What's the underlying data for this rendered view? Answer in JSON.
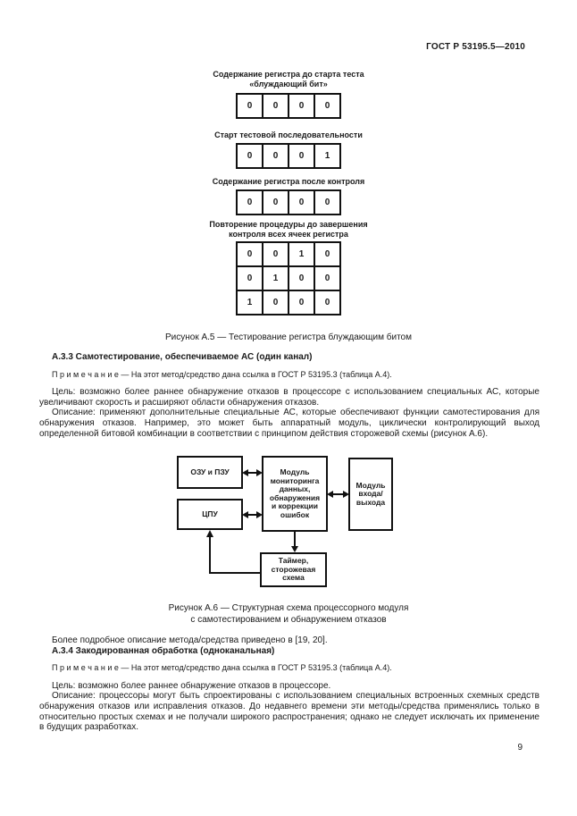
{
  "colors": {
    "ink": "#1a1a1a",
    "paper": "#ffffff"
  },
  "page": {
    "number": "9"
  },
  "header": {
    "title": "ГОСТ Р 53195.5—2010"
  },
  "figure_a5": {
    "caption": "Рисунок А.5 — Тестирование регистра блуждающим битом",
    "steps": [
      {
        "label": "Содержание регистра до старта теста «блуждающий бит»",
        "rows": [
          [
            "0",
            "0",
            "0",
            "0"
          ]
        ]
      },
      {
        "label": "Старт тестовой последовательности",
        "rows": [
          [
            "0",
            "0",
            "0",
            "1"
          ]
        ]
      },
      {
        "label": "Содержание регистра после контроля",
        "rows": [
          [
            "0",
            "0",
            "0",
            "0"
          ]
        ]
      },
      {
        "label": "Повторение процедуры до завершения контроля всех ячеек регистра",
        "rows": [
          [
            "0",
            "0",
            "1",
            "0"
          ],
          [
            "0",
            "1",
            "0",
            "0"
          ],
          [
            "1",
            "0",
            "0",
            "0"
          ]
        ]
      }
    ]
  },
  "section_a33": {
    "heading": "А.3.3 Самотестирование, обеспечиваемое АС (один канал)",
    "note": "П р и м е ч а н и е  — На этот метод/средство дана ссылка в ГОСТ Р 53195.3 (таблица А.4).",
    "goal": "Цель: возможно более раннее обнаружение отказов в процессоре с использованием специальных АС, которые увеличивают скорость и расширяют области обнаружения отказов.",
    "description": "Описание: применяют дополнительные специальные АС, которые обеспечивают функции самотестирования для обнаружения отказов. Например, это может быть аппаратный модуль, циклически контролирующий выход определенной битовой комбинации в соответствии с принципом действия сторожевой схемы (рисунок А.6)."
  },
  "figure_a6": {
    "caption_lines": [
      "Рисунок А.6 — Структурная схема процессорного модуля",
      "с самотестированием и обнаружением отказов"
    ],
    "boxes": {
      "ram_rom": "ОЗУ и ПЗУ",
      "cpu": "ЦПУ",
      "monitor": "Модуль мониторинга данных, обнаружения и коррекции ошибок",
      "io": "Модуль входа/ выхода",
      "timer": "Таймер, сторожевая схема"
    }
  },
  "section_a34": {
    "more_info": "Более подробное описание метода/средства приведено в [19, 20].",
    "heading": "А.3.4 Закодированная обработка (одноканальная)",
    "note": "П р и м е ч а н и е  — На этот метод/средство дана ссылка в ГОСТ Р 53195.3 (таблица А.4).",
    "goal": "Цель: возможно более раннее обнаружение отказов в процессоре.",
    "description": "Описание: процессоры могут быть спроектированы с использованием специальных встроенных схемных средств обнаружения отказов или исправления отказов. До недавнего времени эти методы/средства применялись только в относительно простых схемах и не получали широкого распространения; однако не следует исключать их применение в будущих разработках."
  }
}
